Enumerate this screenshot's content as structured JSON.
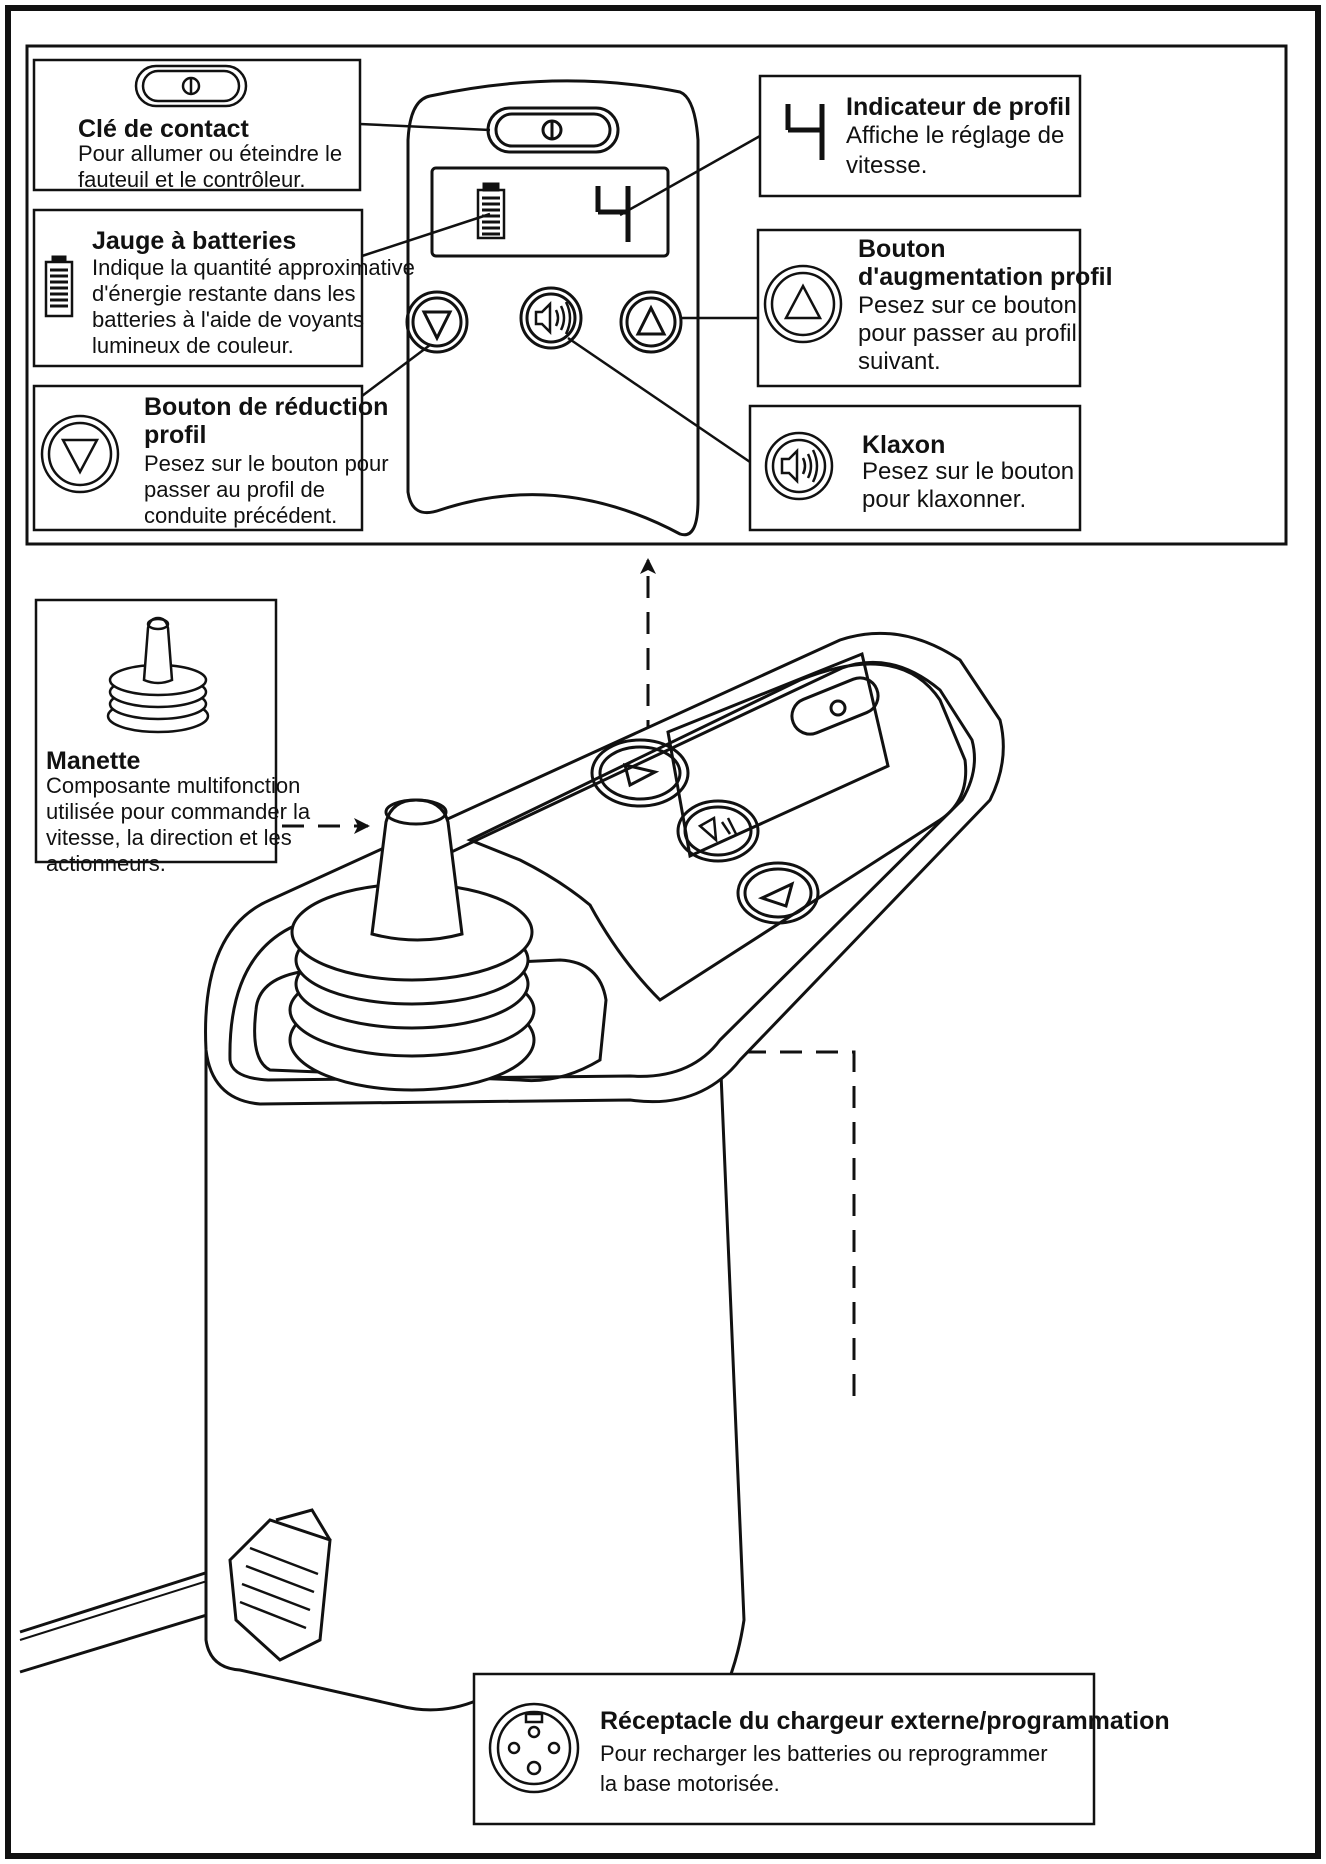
{
  "page": {
    "background": "#ffffff",
    "ink": "#111111"
  },
  "profile_display_digit": "4",
  "callouts": {
    "ignition": {
      "icon": "key-switch-icon",
      "title": "Clé de contact",
      "desc_lines": [
        "Pour allumer ou éteindre le",
        "fauteuil et le contrôleur."
      ]
    },
    "profile_indicator": {
      "icon": "seven-segment-digit-icon",
      "digit": "4",
      "title": "Indicateur de profil",
      "desc_lines": [
        "Affiche le réglage de",
        "vitesse."
      ]
    },
    "battery": {
      "icon": "battery-gauge-icon",
      "title": "Jauge à batteries",
      "desc_lines": [
        "Indique la quantité approximative",
        "d'énergie restante dans les",
        "batteries à l'aide de voyants",
        "lumineux de couleur."
      ]
    },
    "profile_up": {
      "icon": "triangle-up-button-icon",
      "title_lines": [
        "Bouton",
        "d'augmentation profil"
      ],
      "desc_lines": [
        "Pesez sur ce bouton",
        "pour passer au profil",
        "suivant."
      ]
    },
    "profile_down": {
      "icon": "triangle-down-button-icon",
      "title_lines": [
        "Bouton de réduction",
        "profil"
      ],
      "desc_lines": [
        "Pesez sur le bouton pour",
        "passer au profil de",
        "conduite précédent."
      ]
    },
    "horn": {
      "icon": "horn-speaker-icon",
      "title": "Klaxon",
      "desc_lines": [
        "Pesez sur le bouton",
        "pour klaxonner."
      ]
    },
    "joystick": {
      "icon": "joystick-icon",
      "title": "Manette",
      "desc_lines": [
        "Composante multifonction",
        "utilisée pour commander la",
        "vitesse, la direction et les",
        "actionneurs."
      ]
    },
    "charger": {
      "icon": "charger-socket-icon",
      "title": "Réceptacle du chargeur externe/programmation",
      "desc_lines": [
        "Pour recharger les batteries ou reprogrammer",
        "la base motorisée."
      ]
    }
  }
}
